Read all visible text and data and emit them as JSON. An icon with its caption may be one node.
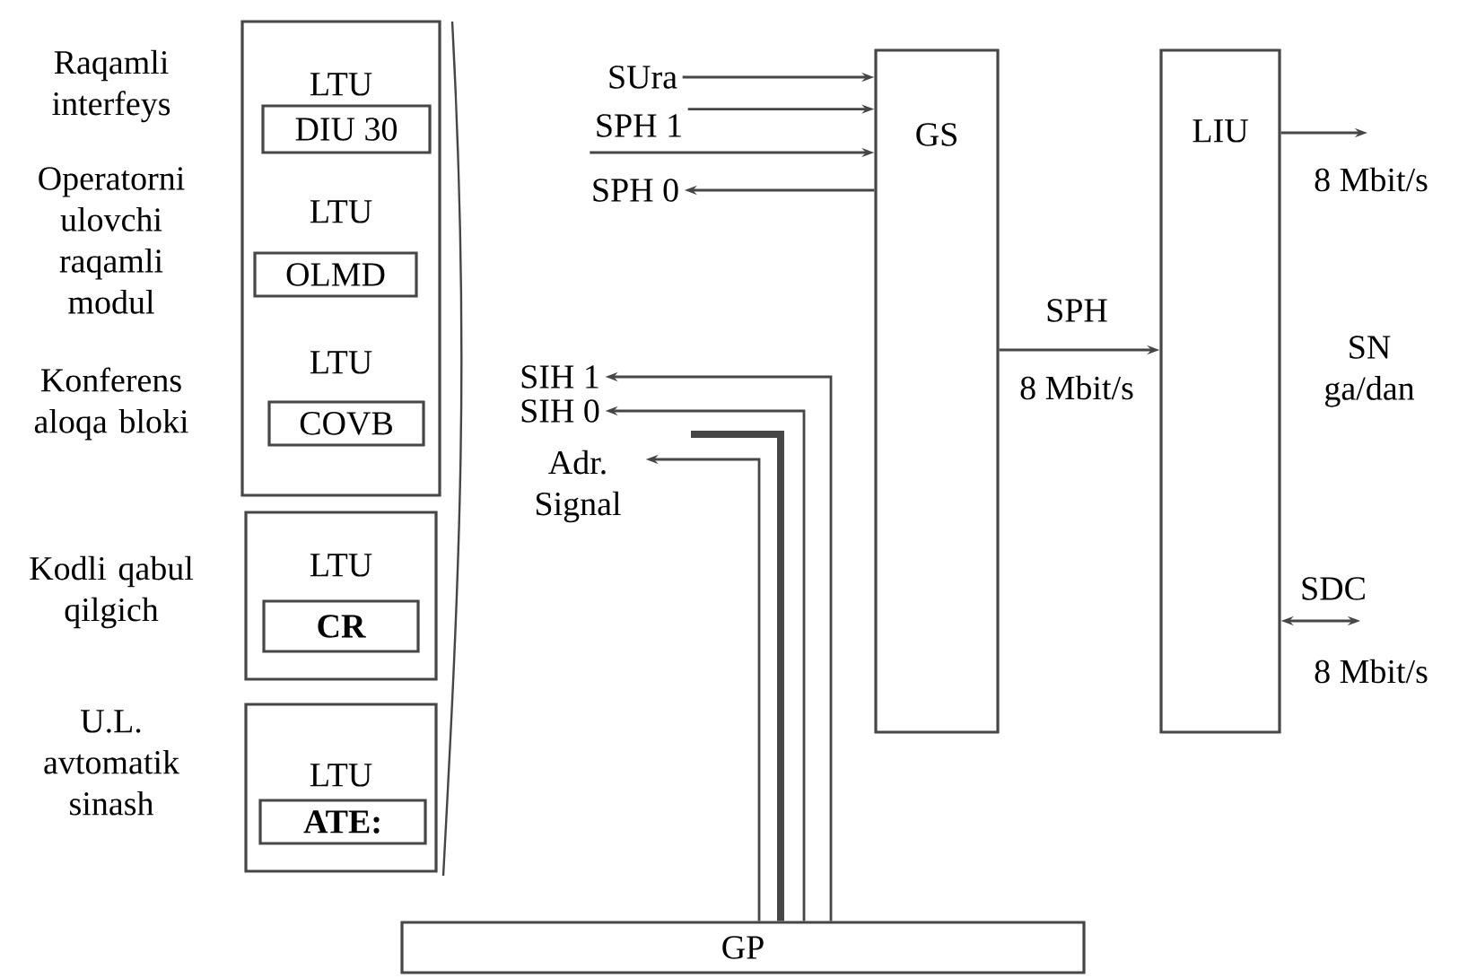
{
  "diagram": {
    "nodes": [
      {
        "text": [
          "LTU",
          "LTU",
          "LTU"
        ]
      },
      {
        "text": [
          "DIU 30"
        ],
        "in": 0,
        "beside": [
          "Raqamli interfeys"
        ]
      },
      {
        "text": [
          "OLMD"
        ],
        "in": 0,
        "beside": [
          "Operatorni ulovchi raqamli modul"
        ]
      },
      {
        "text": [
          "COVB"
        ],
        "in": 0,
        "beside": [
          "Konferens aloqa bloki"
        ]
      },
      {
        "text": [
          "LTU"
        ],
        "beside": [
          "Kodli qabul qilgich"
        ]
      },
      {
        "text": [
          "CR"
        ],
        "in": 4
      },
      {
        "text": [
          "LTU"
        ],
        "beside": [
          "U.L. avtomatik sinash"
        ]
      },
      {
        "text": [
          "ATE:"
        ],
        "in": 6
      },
      {
        "text": [
          "GS"
        ]
      },
      {
        "text": [
          "LIU"
        ]
      },
      {
        "text": [
          "GP"
        ]
      },
      {
        "text": [
          "SUra"
        ]
      },
      {
        "text": [
          "SPH 1"
        ]
      },
      {
        "text": [
          "SPH 0"
        ]
      },
      {
        "text": [
          "SIH 1"
        ]
      },
      {
        "text": [
          "SIH 0"
        ]
      },
      {
        "text": [
          "Adr. Signal"
        ]
      }
    ],
    "edges": [
      {
        "from": 11,
        "to": 8,
        "arrow": "to"
      },
      {
        "from": 12,
        "to": 8,
        "arrow": "to"
      },
      {
        "from": 12,
        "to": 8,
        "arrow": "to"
      },
      {
        "from": 8,
        "to": 13,
        "arrow": "to"
      },
      {
        "from": 10,
        "to": 14,
        "arrow": "to"
      },
      {
        "from": 10,
        "to": 15,
        "arrow": "to"
      },
      {
        "from": 10,
        "to": null,
        "arrow": "none",
        "style": "thick"
      },
      {
        "from": 10,
        "to": 16,
        "arrow": "to"
      },
      {
        "from": 8,
        "to": 9,
        "arrow": "to",
        "label": "SPH"
      },
      {
        "from": 9,
        "to": null,
        "arrow": "to"
      },
      {
        "from": 9,
        "to": null,
        "arrow": "both",
        "label": "SDC"
      }
    ],
    "labels": [
      "8 Mbit/s",
      "8 Mbit/s",
      "SN ga/dan",
      "8 Mbit/s"
    ]
  }
}
